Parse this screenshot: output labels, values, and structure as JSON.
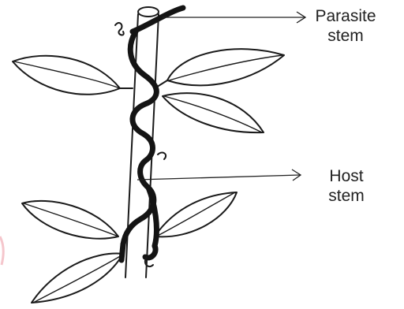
{
  "labels": {
    "parasite": {
      "line1": "Parasite",
      "line2": "stem"
    },
    "host": {
      "line1": "Host",
      "line2": "stem"
    }
  },
  "colors": {
    "ink": "#1a1a1a",
    "background": "#ffffff"
  }
}
